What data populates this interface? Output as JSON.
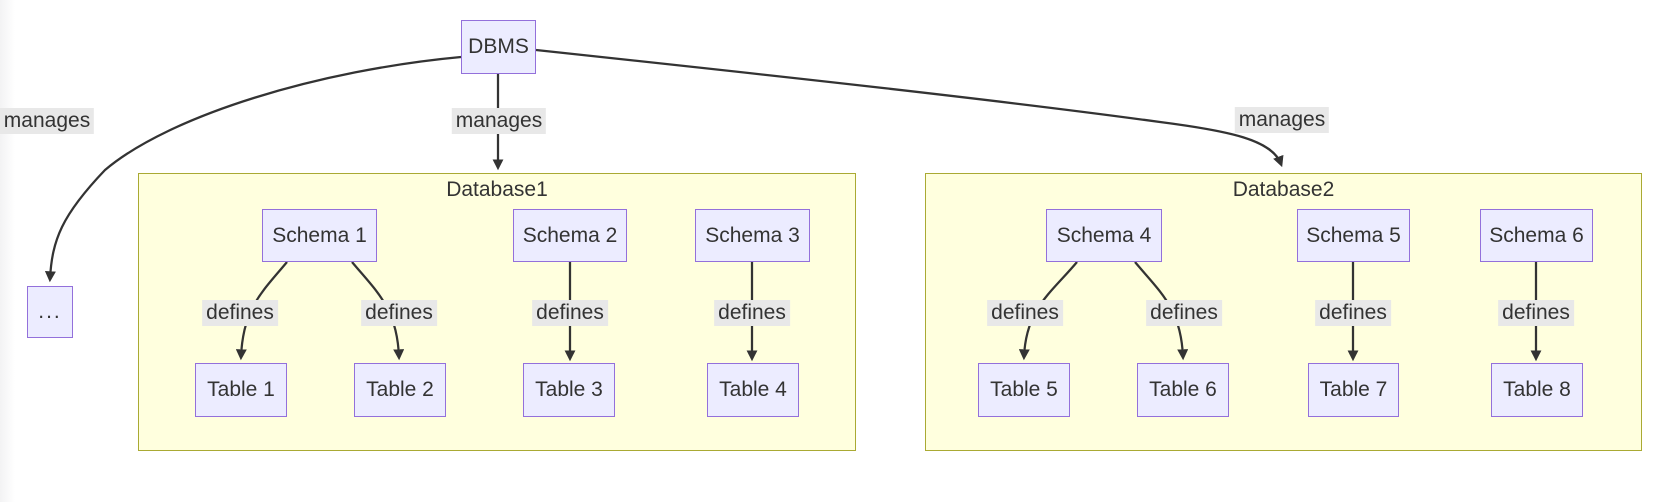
{
  "colors": {
    "node_fill": "#ECECFF",
    "node_border": "#9370DB",
    "cluster_fill": "#FFFFDE",
    "cluster_border": "#AAAA33",
    "edge_color": "#333333",
    "edge_label_bg": "#E8E8E8",
    "text_color": "#333333"
  },
  "diagram": {
    "dbms_label": "DBMS",
    "ellipsis_label": "...",
    "clusters": [
      {
        "title": "Database1"
      },
      {
        "title": "Database2"
      }
    ],
    "schemas": [
      {
        "label": "Schema 1"
      },
      {
        "label": "Schema 2"
      },
      {
        "label": "Schema 3"
      },
      {
        "label": "Schema 4"
      },
      {
        "label": "Schema 5"
      },
      {
        "label": "Schema 6"
      }
    ],
    "tables": [
      {
        "label": "Table 1"
      },
      {
        "label": "Table 2"
      },
      {
        "label": "Table 3"
      },
      {
        "label": "Table 4"
      },
      {
        "label": "Table 5"
      },
      {
        "label": "Table 6"
      },
      {
        "label": "Table 7"
      },
      {
        "label": "Table 8"
      }
    ],
    "manages_labels": [
      {
        "text": "manages"
      },
      {
        "text": "manages"
      },
      {
        "text": "manages"
      }
    ],
    "defines_labels": [
      {
        "text": "defines"
      },
      {
        "text": "defines"
      },
      {
        "text": "defines"
      },
      {
        "text": "defines"
      },
      {
        "text": "defines"
      },
      {
        "text": "defines"
      },
      {
        "text": "defines"
      },
      {
        "text": "defines"
      }
    ]
  }
}
